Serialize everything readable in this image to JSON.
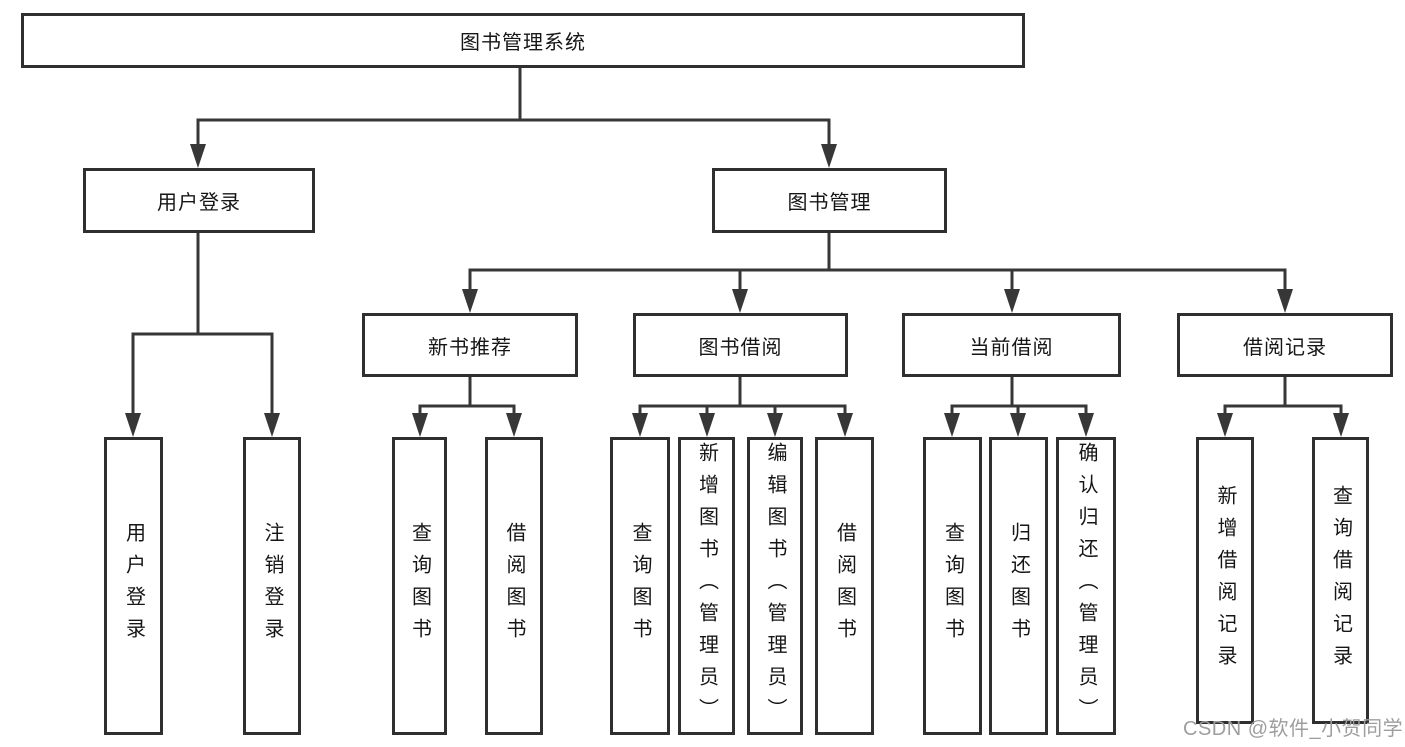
{
  "diagram": {
    "title": "图书管理系统",
    "colors": {
      "line": "#373737",
      "box_border": "#2f2f2f",
      "box_fill": "#ffffff",
      "text": "#161616",
      "watermark": "#9e9e9e",
      "background": "#ffffff"
    },
    "tree": {
      "root": "图书管理系统",
      "level2": [
        {
          "label": "用户登录",
          "leaves": [
            "用户登录",
            "注销登录"
          ]
        },
        {
          "label": "图书管理",
          "groups": [
            {
              "label": "新书推荐",
              "leaves": [
                "查询图书",
                "借阅图书"
              ]
            },
            {
              "label": "图书借阅",
              "leaves": [
                "查询图书",
                "新增图书（管理员）",
                "编辑图书（管理员）",
                "借阅图书"
              ]
            },
            {
              "label": "当前借阅",
              "leaves": [
                "查询图书",
                "归还图书",
                "确认归还（管理员）"
              ]
            },
            {
              "label": "借阅记录",
              "leaves": [
                "新增借阅记录",
                "查询借阅记录"
              ]
            }
          ]
        }
      ]
    },
    "watermark": "CSDN @软件_小贺同学"
  }
}
